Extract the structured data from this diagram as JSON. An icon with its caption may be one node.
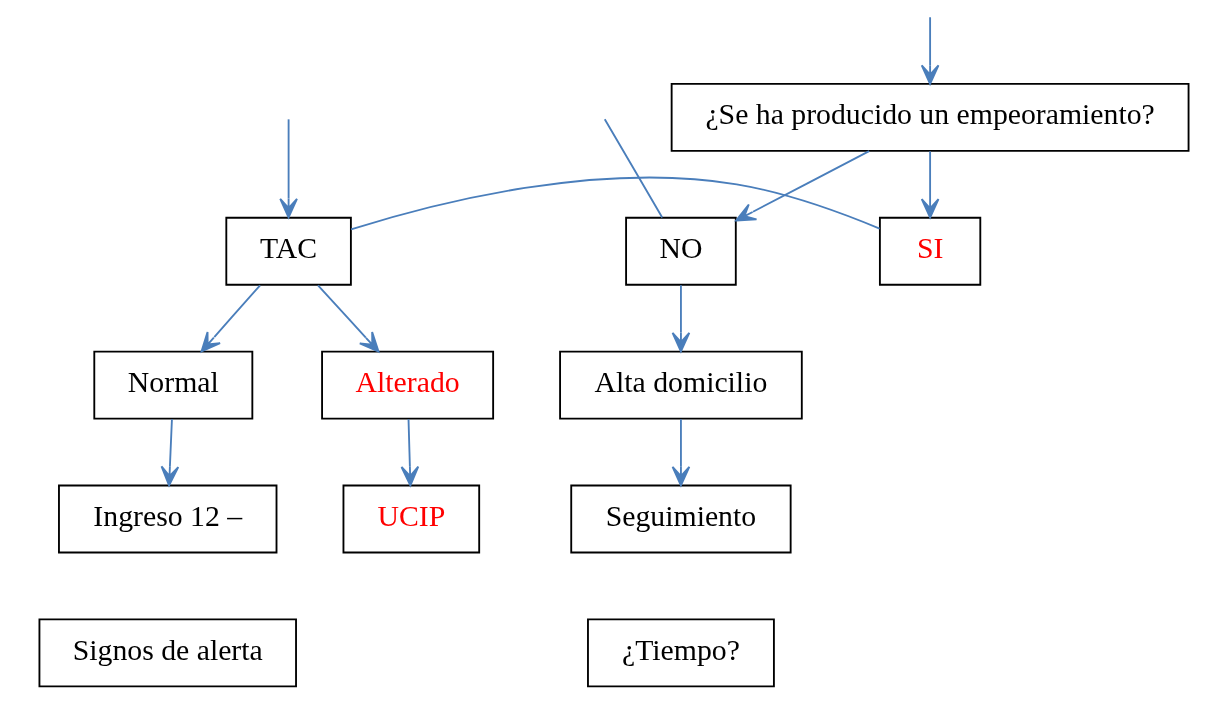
{
  "diagram": {
    "nodes": [
      {
        "text": [
          "¿Se ha producido un empeoramiento?"
        ]
      },
      {
        "text": [
          "NO"
        ]
      },
      {
        "text": [
          "SI"
        ]
      },
      {
        "text": [
          "TAC"
        ]
      },
      {
        "text": [
          "Alta domicilio"
        ]
      },
      {
        "text": [
          "Seguimiento"
        ]
      },
      {
        "text": [
          "¿Tiempo?"
        ]
      },
      {
        "text": [
          "Normal"
        ]
      },
      {
        "text": [
          "Alterado"
        ]
      },
      {
        "text": [
          "Ingreso 12 –"
        ]
      },
      {
        "text": [
          "UCIP"
        ]
      },
      {
        "text": [
          "Signos de alerta"
        ]
      }
    ],
    "edges": [
      {
        "from": null,
        "to": 0,
        "arrow": "to"
      },
      {
        "from": null,
        "to": 1,
        "arrow": "none"
      },
      {
        "from": null,
        "to": 3,
        "arrow": "to"
      },
      {
        "from": 0,
        "to": 1,
        "arrow": "to"
      },
      {
        "from": 0,
        "to": 2,
        "arrow": "to"
      },
      {
        "from": 2,
        "to": 3,
        "arrow": "none"
      },
      {
        "from": 1,
        "to": 4,
        "arrow": "to"
      },
      {
        "from": 4,
        "to": 5,
        "arrow": "to"
      },
      {
        "from": 3,
        "to": 7,
        "arrow": "to"
      },
      {
        "from": 3,
        "to": 8,
        "arrow": "to"
      },
      {
        "from": 7,
        "to": 9,
        "arrow": "to"
      },
      {
        "from": 8,
        "to": 10,
        "arrow": "to"
      }
    ]
  }
}
